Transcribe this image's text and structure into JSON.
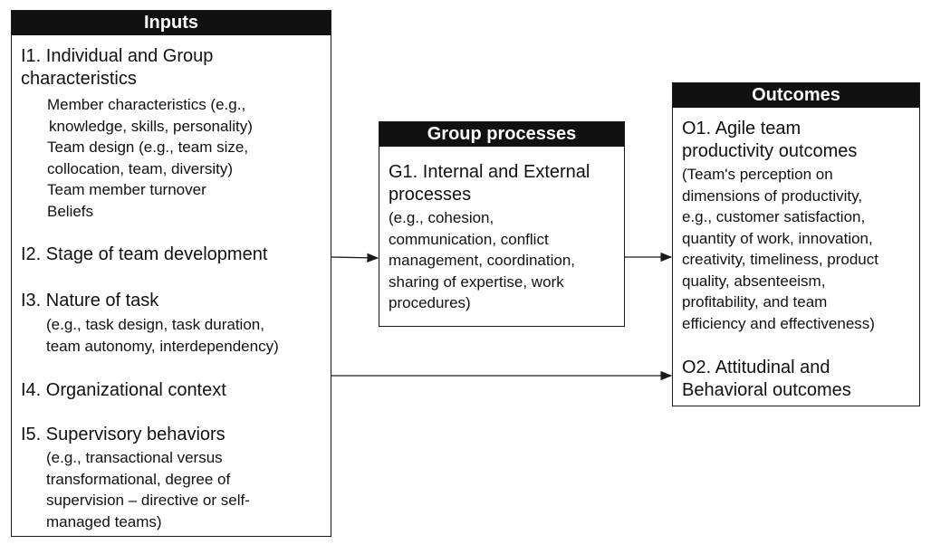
{
  "inputs": {
    "header": "Inputs",
    "i1": {
      "title_line1": "I1. Individual and Group",
      "title_line2": "characteristics",
      "details": [
        "Member characteristics (e.g.,",
        "knowledge, skills, personality)",
        "Team design (e.g., team size,",
        "collocation, team, diversity)",
        "Team member turnover",
        "Beliefs"
      ]
    },
    "i2": {
      "title": "I2. Stage of team development"
    },
    "i3": {
      "title": "I3. Nature of task",
      "details": [
        "(e.g., task design, task duration,",
        "team autonomy, interdependency)"
      ]
    },
    "i4": {
      "title": "I4. Organizational context"
    },
    "i5": {
      "title": "I5. Supervisory behaviors",
      "details": [
        "(e.g., transactional versus",
        "transformational, degree of",
        "supervision – directive or self-",
        "managed teams)"
      ]
    }
  },
  "group": {
    "header": "Group processes",
    "g1": {
      "title_line1": "G1. Internal and External",
      "title_line2": "processes",
      "details": [
        "(e.g., cohesion,",
        "communication, conflict",
        "management, coordination,",
        "sharing of expertise, work",
        "procedures)"
      ]
    }
  },
  "outcomes": {
    "header": "Outcomes",
    "o1": {
      "title_line1": "O1. Agile team",
      "title_line2": "productivity outcomes",
      "details": [
        "(Team's perception on",
        "dimensions of productivity,",
        "e.g., customer satisfaction,",
        "quantity of work, innovation,",
        "creativity, timeliness, product",
        "quality, absenteeism,",
        "profitability, and team",
        "efficiency and effectiveness)"
      ]
    },
    "o2": {
      "title_line1": "O2. Attitudinal and",
      "title_line2": "Behavioral outcomes"
    }
  }
}
